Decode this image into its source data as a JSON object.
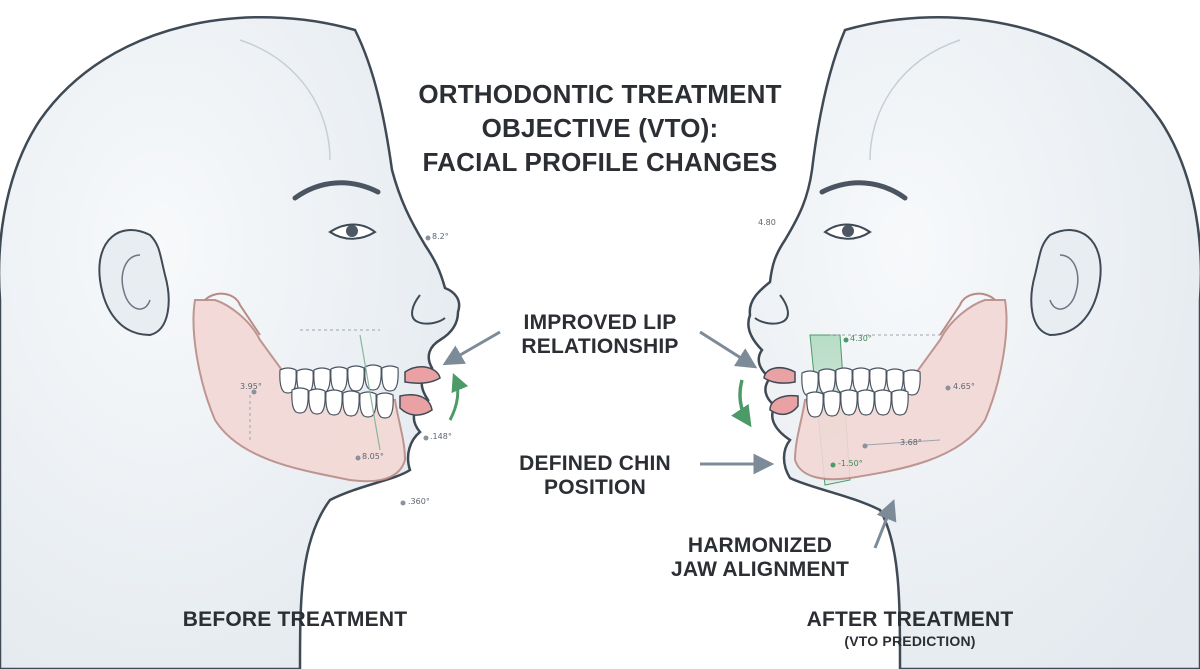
{
  "title": {
    "line1": "ORTHODONTIC TREATMENT",
    "line2": "OBJECTIVE (VTO):",
    "line3": "FACIAL PROFILE CHANGES"
  },
  "callouts": {
    "lip_line1": "IMPROVED LIP",
    "lip_line2": "RELATIONSHIP",
    "chin_line1": "DEFINED CHIN",
    "chin_line2": "POSITION",
    "jaw_line1": "HARMONIZED",
    "jaw_line2": "JAW ALIGNMENT"
  },
  "captions": {
    "before": "BEFORE TREATMENT",
    "after": "AFTER TREATMENT",
    "after_sub": "(VTO PREDICTION)"
  },
  "measurements_before": [
    "8.2°",
    "3.95°",
    ".148°",
    "8.05°",
    ".360°"
  ],
  "measurements_after": [
    "4.80",
    "4.30°",
    "4.65°",
    "3.68°",
    "-1.50°"
  ],
  "colors": {
    "outline": "#3f4a55",
    "skin": "#edf1f4",
    "jaw": "#f3d8d5",
    "jaw_stroke": "#b98b86",
    "lips": "#e9a1a3",
    "arrow": "#7d8b99",
    "green": "#4c9a68"
  }
}
